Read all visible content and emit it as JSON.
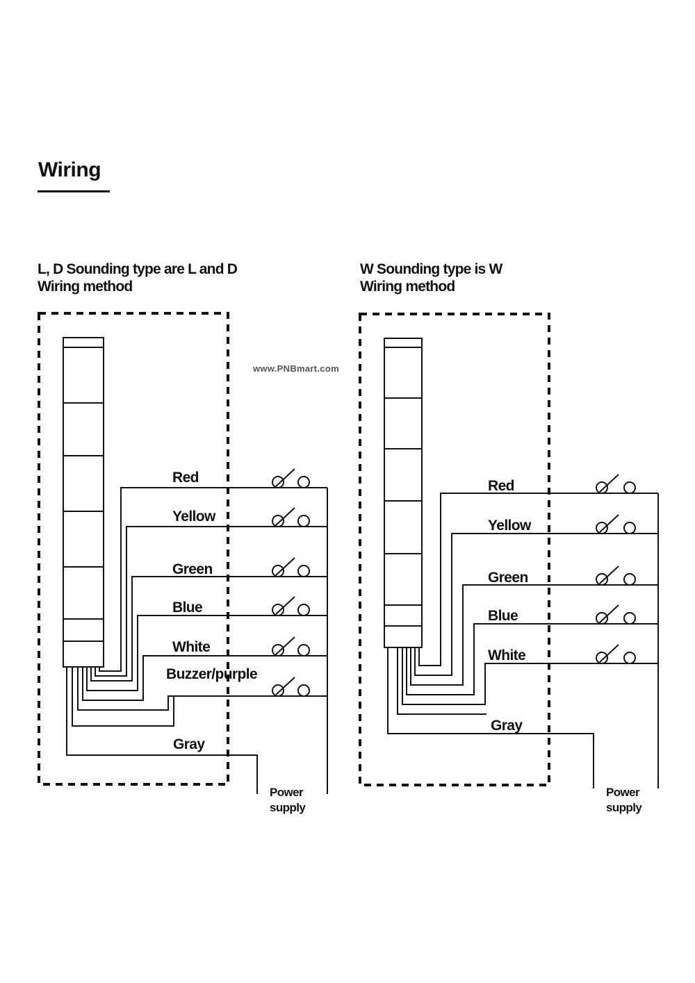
{
  "title": "Wiring",
  "watermark": "www.PNBmart.com",
  "left_diagram": {
    "heading_line1": "L, D Sounding type are L and D",
    "heading_line2": "Wiring method",
    "wires": {
      "red": "Red",
      "yellow": "Yellow",
      "green": "Green",
      "blue": "Blue",
      "white": "White",
      "buzzer": "Buzzer/purple",
      "gray": "Gray"
    },
    "power_line1": "Power",
    "power_line2": "supply"
  },
  "right_diagram": {
    "heading_line1": "W Sounding type is W",
    "heading_line2": "Wiring method",
    "wires": {
      "red": "Red",
      "yellow": "Yellow",
      "green": "Green",
      "blue": "Blue",
      "white": "White",
      "gray": "Gray"
    },
    "power_line1": "Power",
    "power_line2": "supply"
  },
  "colors": {
    "ink": "#111111",
    "background": "#ffffff"
  }
}
